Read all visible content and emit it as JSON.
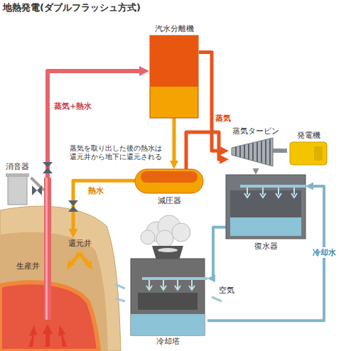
{
  "diagram": {
    "title": "地熱発電(ダブルフラッシュ方式)",
    "nodes": [
      {
        "text": [
          "汽水分離機"
        ]
      },
      {
        "text": [
          "消音器"
        ]
      },
      {
        "text": [
          "蒸気タービン"
        ]
      },
      {
        "text": [
          "発電機"
        ]
      },
      {
        "text": [
          "減圧器"
        ]
      },
      {
        "text": [
          "復水器"
        ]
      },
      {
        "text": [
          "生産井"
        ]
      },
      {
        "text": [
          "還元井"
        ]
      },
      {
        "text": [
          "冷却塔"
        ]
      }
    ],
    "edges": [
      {
        "from": 6,
        "to": 0,
        "arrow": "to",
        "label": "蒸気+熱水"
      },
      {
        "from": 0,
        "to": 2,
        "arrow": "to",
        "label": "蒸気"
      },
      {
        "from": 0,
        "to": 4,
        "arrow": "to"
      },
      {
        "from": 4,
        "to": 2,
        "arrow": "to"
      },
      {
        "from": 4,
        "to": 7,
        "arrow": "to",
        "label": "熱水"
      },
      {
        "from": 2,
        "to": 3,
        "arrow": "none"
      },
      {
        "from": 2,
        "to": 5,
        "arrow": "to"
      },
      {
        "from": 5,
        "to": 8,
        "arrow": "to"
      },
      {
        "from": 8,
        "to": 5,
        "arrow": "to",
        "label": "冷却水"
      },
      {
        "from": 6,
        "to": 1,
        "arrow": "none"
      }
    ],
    "labels": [
      "蒸気を取り出した後の熱水は 還元井から地下に還元される",
      "空気"
    ]
  }
}
